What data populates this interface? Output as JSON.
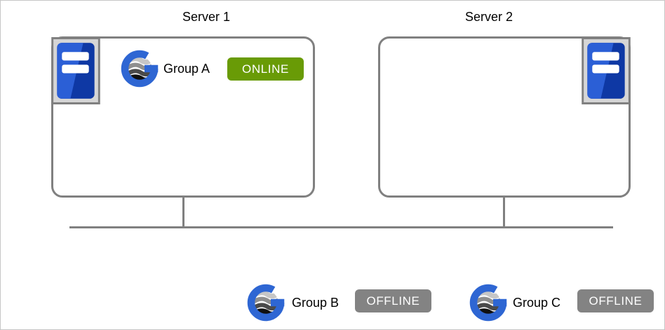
{
  "servers": [
    {
      "label": "Server 1",
      "groups": [
        {
          "name": "Group A",
          "status": "ONLINE"
        }
      ]
    },
    {
      "label": "Server 2",
      "groups": []
    }
  ],
  "unassigned_groups": [
    {
      "name": "Group B",
      "status": "OFFLINE"
    },
    {
      "name": "Group C",
      "status": "OFFLINE"
    }
  ],
  "icons": {
    "server": "server-tower-icon",
    "group": "group-globe-logo-icon"
  },
  "colors": {
    "online_badge": "#699b06",
    "offline_badge": "#838383",
    "badge_text": "#ffffff",
    "box_border": "#808080",
    "network_line": "#808080",
    "server_blue_light": "#2b5fd6",
    "server_blue_dark": "#0e38a4",
    "icon_frame": "#d6d6d6",
    "logo_blue": "#2e66d3"
  }
}
